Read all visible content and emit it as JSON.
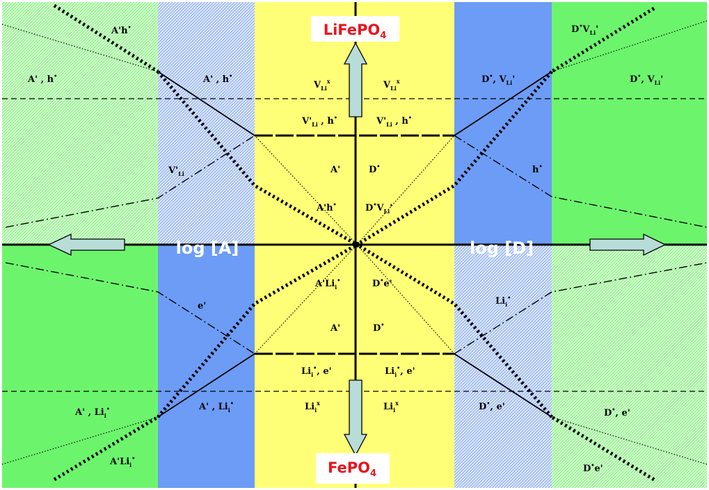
{
  "titles": {
    "top": {
      "main": "LiFePO",
      "sub": "4"
    },
    "bottom": {
      "main": "FePO",
      "sub": "4"
    }
  },
  "axes": {
    "left": "log [A]",
    "right": "log [D]"
  },
  "colors": {
    "light_green": "#b5f5a8",
    "green": "#6cf56c",
    "blue": "#6c9cf5",
    "light_blue": "#bfcff7",
    "yellow": "#ffff77",
    "arrow": "#b8dcd8",
    "title_red": "#e8141e"
  },
  "labels": {
    "t1": [
      {
        "t": "A'h"
      },
      {
        "t": "•",
        "s": "sup"
      }
    ],
    "t2": [
      {
        "t": "A' , h"
      },
      {
        "t": "•",
        "s": "sup"
      }
    ],
    "t3": [
      {
        "t": "A' , h"
      },
      {
        "t": "•",
        "s": "sup"
      }
    ],
    "t4": [
      {
        "t": "V"
      },
      {
        "t": "Li",
        "s": "sub"
      },
      {
        "t": "x",
        "s": "sup"
      }
    ],
    "t5": [
      {
        "t": "V"
      },
      {
        "t": "Li",
        "s": "sub"
      },
      {
        "t": "x",
        "s": "sup"
      }
    ],
    "t6": [
      {
        "t": "V'"
      },
      {
        "t": "Li",
        "s": "sub"
      },
      {
        "t": " , h"
      },
      {
        "t": "•",
        "s": "sup"
      }
    ],
    "t7": [
      {
        "t": "V'"
      },
      {
        "t": "Li",
        "s": "sub"
      },
      {
        "t": " , h"
      },
      {
        "t": "•",
        "s": "sup"
      }
    ],
    "t8": [
      {
        "t": "D"
      },
      {
        "t": "•",
        "s": "sup"
      },
      {
        "t": "V"
      },
      {
        "t": "Li",
        "s": "sub"
      },
      {
        "t": "'"
      }
    ],
    "t9": [
      {
        "t": "D"
      },
      {
        "t": "•",
        "s": "sup"
      },
      {
        "t": ", V"
      },
      {
        "t": "Li",
        "s": "sub"
      },
      {
        "t": "'"
      }
    ],
    "t10": [
      {
        "t": "D"
      },
      {
        "t": "•",
        "s": "sup"
      },
      {
        "t": ", V"
      },
      {
        "t": "Li",
        "s": "sub"
      },
      {
        "t": "'"
      }
    ],
    "t11": [
      {
        "t": "V'"
      },
      {
        "t": "Li",
        "s": "sub"
      }
    ],
    "t12": [
      {
        "t": "A'"
      }
    ],
    "t13": [
      {
        "t": "D"
      },
      {
        "t": "•",
        "s": "sup"
      }
    ],
    "t14": [
      {
        "t": "h"
      },
      {
        "t": "•",
        "s": "sup"
      }
    ],
    "t15": [
      {
        "t": "A'h"
      },
      {
        "t": "•",
        "s": "sup"
      }
    ],
    "t16": [
      {
        "t": "D"
      },
      {
        "t": "•",
        "s": "sup"
      },
      {
        "t": "V"
      },
      {
        "t": "Li",
        "s": "sub"
      },
      {
        "t": "'"
      }
    ],
    "b1": [
      {
        "t": "A'Li"
      },
      {
        "t": "i",
        "s": "sub"
      },
      {
        "t": "•",
        "s": "sup"
      }
    ],
    "b2": [
      {
        "t": "D"
      },
      {
        "t": "•",
        "s": "sup"
      },
      {
        "t": "e'"
      }
    ],
    "b3": [
      {
        "t": "e'"
      }
    ],
    "b4": [
      {
        "t": "Li"
      },
      {
        "t": "i",
        "s": "sub"
      },
      {
        "t": "•",
        "s": "sup"
      }
    ],
    "b5": [
      {
        "t": "A'"
      }
    ],
    "b6": [
      {
        "t": "D"
      },
      {
        "t": "•",
        "s": "sup"
      }
    ],
    "b7": [
      {
        "t": "Li"
      },
      {
        "t": "i",
        "s": "sub"
      },
      {
        "t": "•",
        "s": "sup"
      },
      {
        "t": ", e'"
      }
    ],
    "b8": [
      {
        "t": "Li"
      },
      {
        "t": "i",
        "s": "sub"
      },
      {
        "t": "•",
        "s": "sup"
      },
      {
        "t": ", e'"
      }
    ],
    "b9": [
      {
        "t": "A' , Li"
      },
      {
        "t": "i",
        "s": "sub"
      },
      {
        "t": "•",
        "s": "sup"
      }
    ],
    "b10": [
      {
        "t": "A' , Li"
      },
      {
        "t": "i",
        "s": "sub"
      },
      {
        "t": "•",
        "s": "sup"
      }
    ],
    "b11": [
      {
        "t": "Li"
      },
      {
        "t": "i",
        "s": "sub"
      },
      {
        "t": "x",
        "s": "sup"
      }
    ],
    "b12": [
      {
        "t": "Li"
      },
      {
        "t": "i",
        "s": "sub"
      },
      {
        "t": "x",
        "s": "sup"
      }
    ],
    "b13": [
      {
        "t": "D"
      },
      {
        "t": "•",
        "s": "sup"
      },
      {
        "t": ", e'"
      }
    ],
    "b14": [
      {
        "t": "D"
      },
      {
        "t": "•",
        "s": "sup"
      },
      {
        "t": ", e'"
      }
    ],
    "b15": [
      {
        "t": "A'Li"
      },
      {
        "t": "i",
        "s": "sub"
      },
      {
        "t": "•",
        "s": "sup"
      }
    ],
    "b16": [
      {
        "t": "D"
      },
      {
        "t": "•",
        "s": "sup"
      },
      {
        "t": "e'"
      }
    ]
  }
}
